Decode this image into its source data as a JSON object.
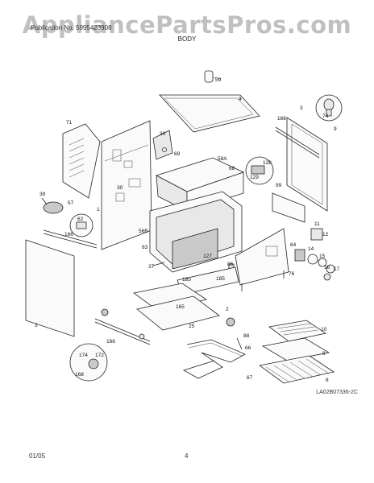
{
  "header": {
    "publication_text": "Publication No. 5995423908",
    "section_title": "BODY"
  },
  "watermark": "AppliancePartsPros.com",
  "diagram_code": "LA02B07336-2C",
  "footer": {
    "date": "01/05",
    "page_number": "4"
  },
  "callouts": {
    "c59": "59",
    "c4": "4",
    "c3_right": "3",
    "c74": "74",
    "c9_top": "9",
    "c166_top": "166",
    "c71": "71",
    "c30_a": "30",
    "c69": "69",
    "c58a": "58A",
    "c68": "68",
    "c128": "128",
    "c129": "129",
    "c99": "99",
    "c30_b": "30",
    "c39": "39",
    "c57": "57",
    "c1": "1",
    "c62": "62",
    "c166_left": "166",
    "c56b": "56B",
    "c83": "83",
    "c127": "127",
    "c11": "11",
    "c12": "12",
    "c64": "64",
    "c14": "14",
    "c15": "15",
    "c16": "16",
    "c17": "17",
    "c37": "37",
    "c185_a": "185",
    "c86": "86",
    "c76": "76",
    "c185_b": "185",
    "c25": "25",
    "c165": "165",
    "c3_left": "3",
    "c166_bottom": "166",
    "c174": "174",
    "c172": "172",
    "c168": "168",
    "c2": "2",
    "c88": "88",
    "c66": "66",
    "c10": "10",
    "c9_bottom": "9",
    "c8": "8",
    "c67": "67"
  }
}
